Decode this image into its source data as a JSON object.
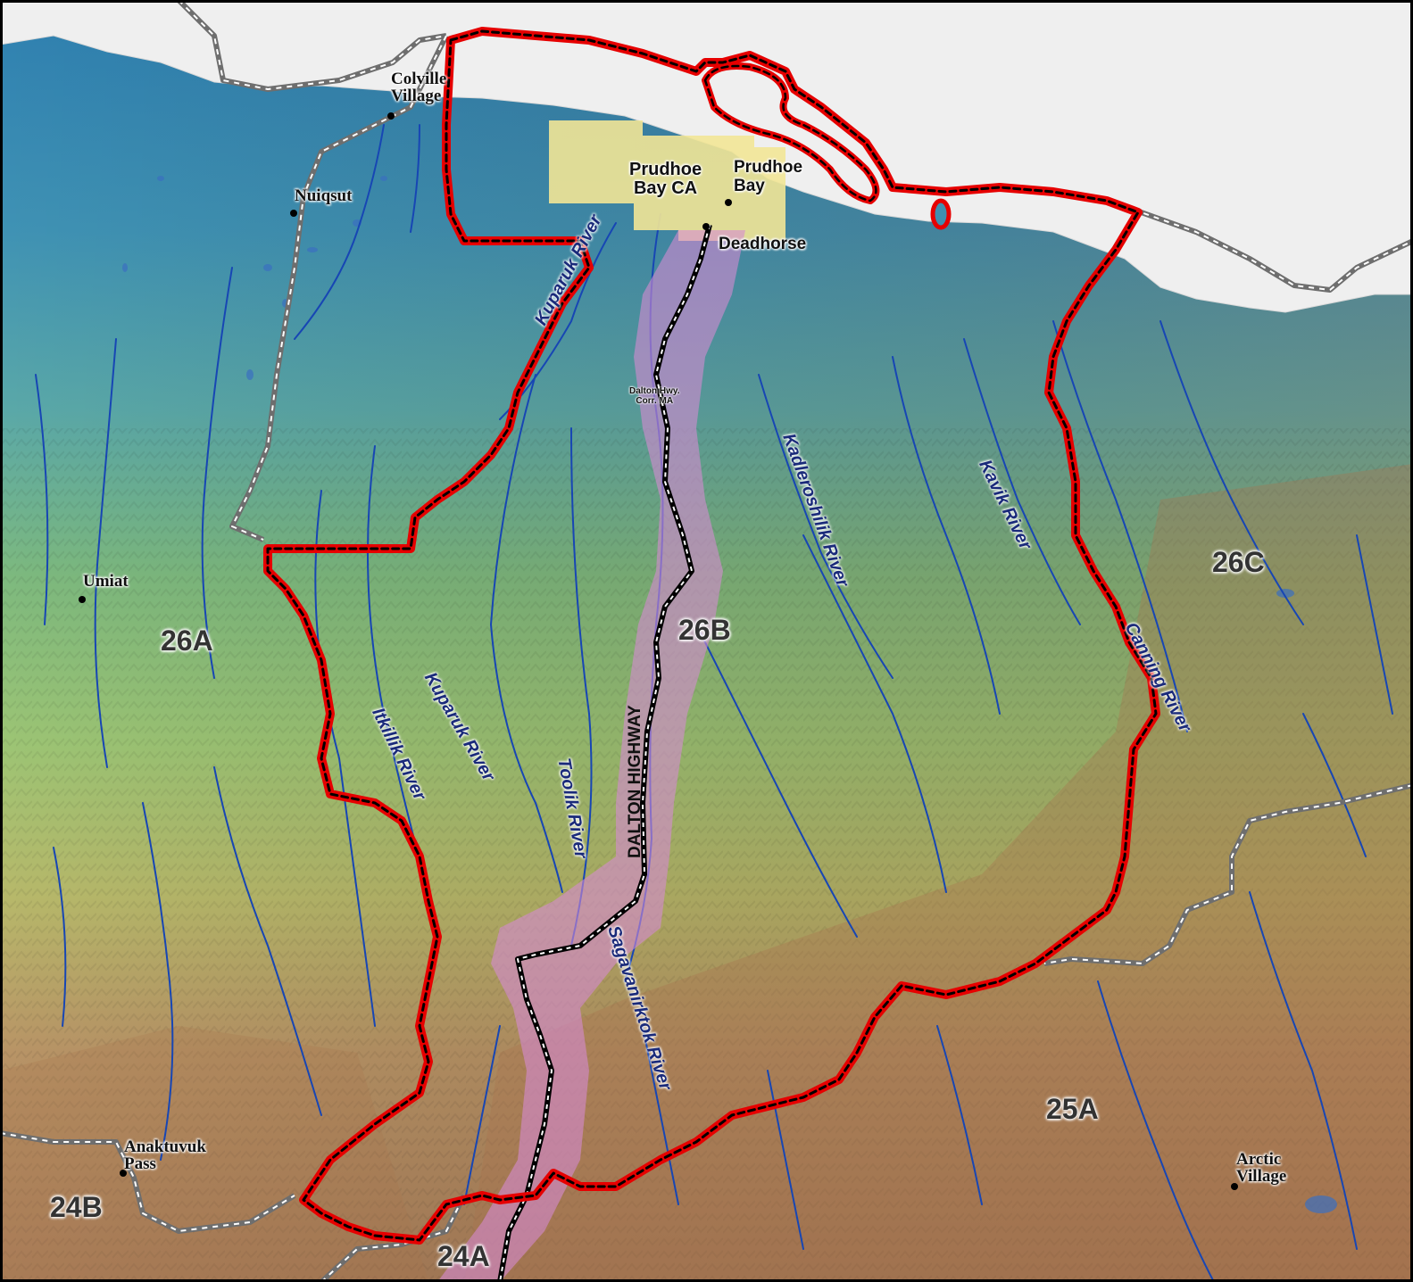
{
  "places": {
    "colville_village": "Colville\nVillage",
    "nuiqsut": "Nuiqsut",
    "prudhoe_bay_ca": "Prudhoe\nBay CA",
    "prudhoe_bay": "Prudhoe\nBay",
    "deadhorse": "Deadhorse",
    "umiat": "Umiat",
    "anaktuvuk_pass": "Anaktuvuk\nPass",
    "arctic_village": "Arctic\nVillage",
    "dalton_corr": "Dalton Hwy.\nCorr. MA"
  },
  "units": {
    "u26a": "26A",
    "u26b": "26B",
    "u26c": "26C",
    "u25a": "25A",
    "u24a": "24A",
    "u24b": "24B"
  },
  "rivers": {
    "kuparuk_north": "Kuparuk River",
    "kuparuk_south": "Kuparuk River",
    "itkillik": "Itkillik River",
    "toolik": "Toolik River",
    "sagavanirktok": "Sagavanirktok River",
    "kadleroshilik": "Kadleroshilik River",
    "kavik": "Kavik River",
    "canning": "Canning River"
  },
  "highway": {
    "label": "DALTON HIGHWAY"
  },
  "colors": {
    "boundary_unit_26b": "#e60000",
    "highway_corridor": "#d58ad2",
    "closed_area": "#f2e596",
    "rivers": "#1746b4",
    "ocean_ice": "#f0f0f0",
    "lowland": "#4f9fbe",
    "foothills": "#8cc073",
    "mountains": "#b37a52"
  }
}
